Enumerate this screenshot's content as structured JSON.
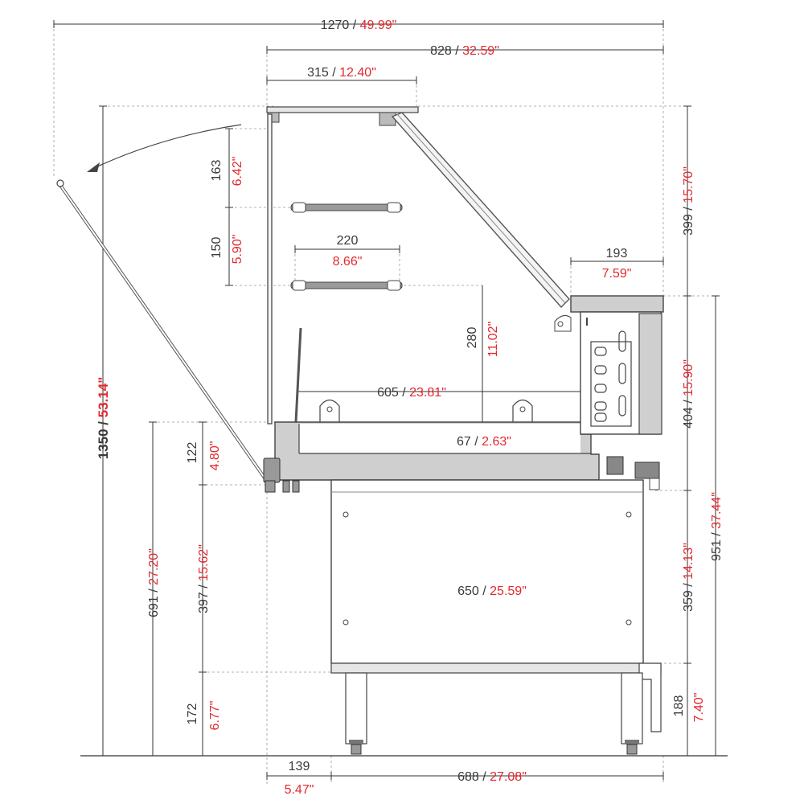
{
  "dimensions": {
    "overall_width": {
      "mm": "1270",
      "in": "49.99\""
    },
    "top_depth": {
      "mm": "828",
      "in": "32.59\""
    },
    "canopy_depth": {
      "mm": "315",
      "in": "12.40\""
    },
    "side_depth": {
      "mm": "193",
      "in": "7.59\""
    },
    "shelf_width": {
      "mm": "220",
      "in": "8.66\""
    },
    "shelf_spacing_top": {
      "mm": "163",
      "in": "6.42\""
    },
    "shelf_spacing_2": {
      "mm": "150",
      "in": "5.90\""
    },
    "interior_height": {
      "mm": "280",
      "in": "11.02\""
    },
    "well_depth": {
      "mm": "605",
      "in": "23.81\""
    },
    "base_thickness": {
      "mm": "67",
      "in": "2.63\""
    },
    "overall_height": {
      "mm": "1350",
      "in": "53.14\""
    },
    "glass_height": {
      "mm": "399",
      "in": "15.70\""
    },
    "unit_height": {
      "mm": "404",
      "in": "15.90\""
    },
    "counter_height": {
      "mm": "951",
      "in": "37.44\""
    },
    "cabinet_height": {
      "mm": "359",
      "in": "14.13\""
    },
    "foot_height_right": {
      "mm": "188",
      "in": "7.40\""
    },
    "front_height": {
      "mm": "122",
      "in": "4.80\""
    },
    "top_to_floor_left": {
      "mm": "691",
      "in": "27.20\""
    },
    "leg_space": {
      "mm": "397",
      "in": "15.62\""
    },
    "foot_height_left": {
      "mm": "172",
      "in": "6.77\""
    },
    "cabinet_width": {
      "mm": "650",
      "in": "25.59\""
    },
    "front_overhang": {
      "mm": "139",
      "in": "5.47\""
    },
    "base_width": {
      "mm": "688",
      "in": "27.08\""
    }
  },
  "separator": " / ",
  "icons": [
    "door-open-arrow-icon",
    "hinge-icon",
    "shelf-bracket-icon"
  ],
  "colors": {
    "mm_text": "#3a3a3a",
    "inch_text": "#e2282e",
    "panel": "#cfcfcf"
  }
}
